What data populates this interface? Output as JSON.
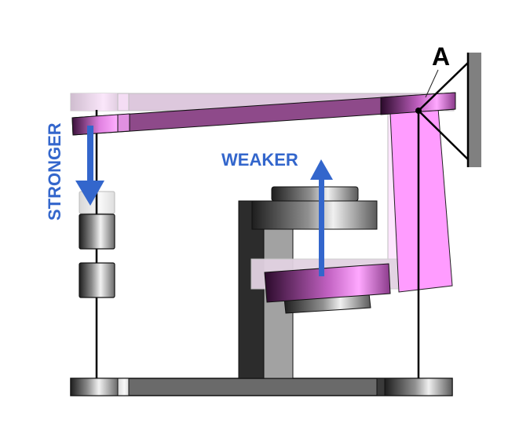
{
  "diagram": {
    "labels": {
      "pivot": "A",
      "stronger": "STRONGER",
      "weaker": "WEAKER"
    },
    "colors": {
      "arrow": "#3366cc",
      "lever": "#8e4a8a",
      "lever_ghost": "#dcc6dc",
      "bracket": "#ff9cff",
      "wall": "#808080",
      "base": "#6a6a6a",
      "post_dark": "#2c2c2c",
      "post_light": "#a2a2a2"
    },
    "arrows": [
      {
        "name": "stronger-arrow",
        "direction": "down"
      },
      {
        "name": "weaker-arrow",
        "direction": "up"
      }
    ]
  }
}
